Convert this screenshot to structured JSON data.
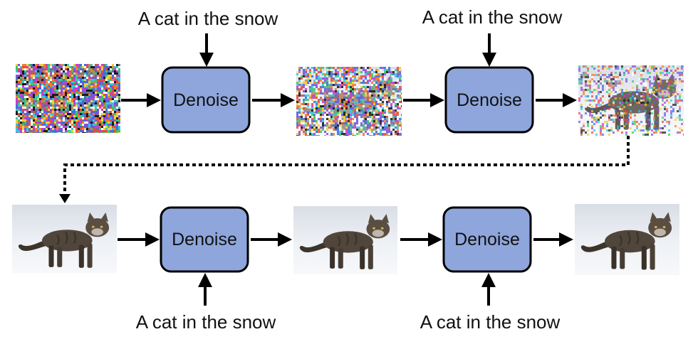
{
  "prompt_top_1": "A cat in the snow",
  "prompt_top_2": "A cat in the snow",
  "prompt_bottom_1": "A cat in the snow",
  "prompt_bottom_2": "A cat in the snow",
  "denoise_1": "Denoise",
  "denoise_2": "Denoise",
  "denoise_3": "Denoise",
  "denoise_4": "Denoise",
  "colors": {
    "box_fill": "#8EA6DC",
    "box_stroke": "#000000",
    "arrow": "#000000",
    "snow": "#E8ECF2",
    "cat": "#4A3F35"
  },
  "images": [
    {
      "id": "stage-0",
      "noise_level": 1.0,
      "cat_visibility": 0.0
    },
    {
      "id": "stage-1",
      "noise_level": 0.75,
      "cat_visibility": 0.5
    },
    {
      "id": "stage-2",
      "noise_level": 0.4,
      "cat_visibility": 0.8
    },
    {
      "id": "stage-3",
      "noise_level": 0.0,
      "cat_visibility": 1.0
    },
    {
      "id": "stage-4",
      "noise_level": 0.0,
      "cat_visibility": 1.0
    },
    {
      "id": "stage-5",
      "noise_level": 0.0,
      "cat_visibility": 1.0
    }
  ]
}
